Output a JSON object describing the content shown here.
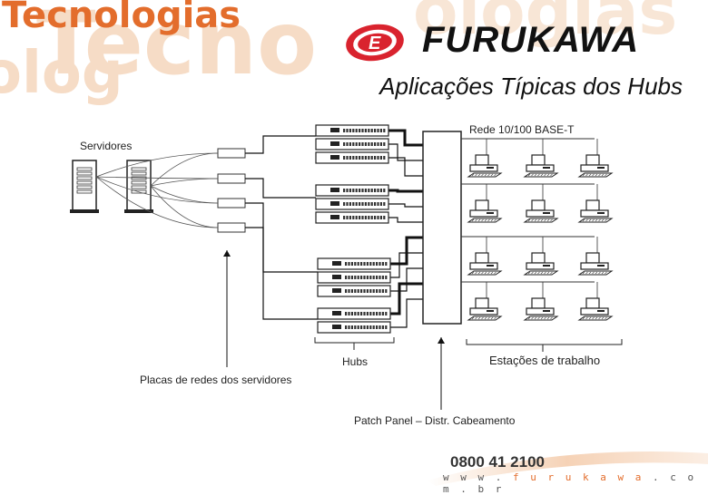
{
  "header": {
    "brand_text": "Tecnologias",
    "watermark_text": "Tecno",
    "watermark_text_2": "olog",
    "watermark_text_3": "ologias"
  },
  "logo": {
    "name": "FURUKAWA",
    "emblem_letter": "E"
  },
  "title": "Aplicações Típicas dos Hubs",
  "diagram": {
    "servers_label": "Servidores",
    "network_label": "Rede 10/100 BASE-T",
    "hubs_label": "Hubs",
    "workstations_label": "Estações de trabalho",
    "nic_label": "Placas de redes dos servidores",
    "patch_panel_label": "Patch Panel – Distr. Cabeamento"
  },
  "footer": {
    "phone": "0800 41 2100",
    "url_prefix": "w w w . ",
    "url_brand": "f u r u k a w a",
    "url_suffix": " . c o m . b r"
  },
  "colors": {
    "brand_orange": "#e36d2c",
    "watermark": "#f6dcc6",
    "logo_red": "#d9232e"
  }
}
